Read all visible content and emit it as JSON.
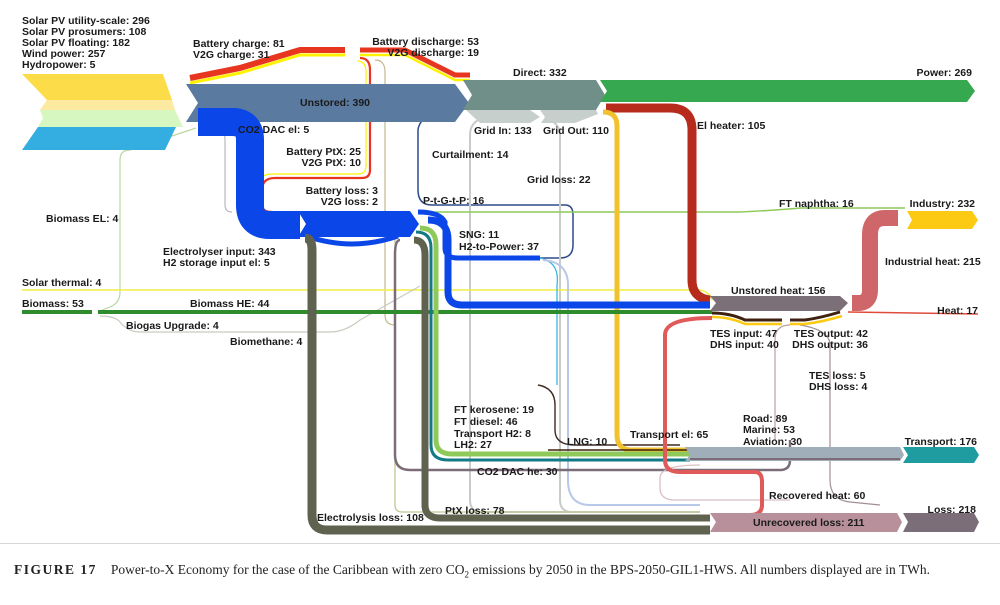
{
  "chart_data": {
    "type": "sankey",
    "unit": "TWh",
    "title": "Power-to-X Economy for the case of the Caribbean with zero CO2 emissions by 2050 in the BPS-2050-GIL1-HWS",
    "sources": [
      {
        "name": "Solar PV utility-scale",
        "value": 296
      },
      {
        "name": "Solar PV prosumers",
        "value": 108
      },
      {
        "name": "Solar PV floating",
        "value": 182
      },
      {
        "name": "Wind power",
        "value": 257
      },
      {
        "name": "Hydropower",
        "value": 5
      },
      {
        "name": "Solar thermal",
        "value": 4
      },
      {
        "name": "Biomass",
        "value": 53
      }
    ],
    "sinks": [
      {
        "name": "Power",
        "value": 269
      },
      {
        "name": "Industry",
        "value": 232
      },
      {
        "name": "Heat",
        "value": 17
      },
      {
        "name": "Transport",
        "value": 176
      },
      {
        "name": "Loss",
        "value": 218
      }
    ],
    "flows": [
      {
        "name": "Battery charge",
        "value": 81
      },
      {
        "name": "V2G charge",
        "value": 31
      },
      {
        "name": "Battery discharge",
        "value": 53
      },
      {
        "name": "V2G discharge",
        "value": 19
      },
      {
        "name": "Unstored",
        "value": 390
      },
      {
        "name": "Direct",
        "value": 332
      },
      {
        "name": "Grid In",
        "value": 133
      },
      {
        "name": "Grid Out",
        "value": 110
      },
      {
        "name": "Grid loss",
        "value": 22
      },
      {
        "name": "Curtailment",
        "value": 14
      },
      {
        "name": "El heater",
        "value": 105
      },
      {
        "name": "CO2 DAC el",
        "value": 5
      },
      {
        "name": "Battery PtX",
        "value": 25
      },
      {
        "name": "V2G PtX",
        "value": 10
      },
      {
        "name": "Battery loss",
        "value": 3
      },
      {
        "name": "V2G loss",
        "value": 2
      },
      {
        "name": "P-t-G-t-P",
        "value": 16
      },
      {
        "name": "SNG",
        "value": 11
      },
      {
        "name": "H2-to-Power",
        "value": 37
      },
      {
        "name": "Electrolyser input",
        "value": 343
      },
      {
        "name": "H2 storage input el",
        "value": 5
      },
      {
        "name": "Biomass EL",
        "value": 4
      },
      {
        "name": "Biomass HE",
        "value": 44
      },
      {
        "name": "Biogas Upgrade",
        "value": 4
      },
      {
        "name": "Biomethane",
        "value": 4
      },
      {
        "name": "FT naphtha",
        "value": 16
      },
      {
        "name": "Industrial heat",
        "value": 215
      },
      {
        "name": "Unstored heat",
        "value": 156
      },
      {
        "name": "TES input",
        "value": 47
      },
      {
        "name": "DHS input",
        "value": 40
      },
      {
        "name": "TES output",
        "value": 42
      },
      {
        "name": "DHS output",
        "value": 36
      },
      {
        "name": "TES loss",
        "value": 5
      },
      {
        "name": "DHS loss",
        "value": 4
      },
      {
        "name": "FT kerosene",
        "value": 19
      },
      {
        "name": "FT diesel",
        "value": 46
      },
      {
        "name": "Transport H2",
        "value": 8
      },
      {
        "name": "LH2",
        "value": 27
      },
      {
        "name": "LNG",
        "value": 10
      },
      {
        "name": "Transport el",
        "value": 65
      },
      {
        "name": "Road",
        "value": 89
      },
      {
        "name": "Marine",
        "value": 53
      },
      {
        "name": "Aviation",
        "value": 30
      },
      {
        "name": "CO2 DAC he",
        "value": 30
      },
      {
        "name": "Recovered heat",
        "value": 60
      },
      {
        "name": "Unrecovered loss",
        "value": 211
      },
      {
        "name": "Electrolysis loss",
        "value": 108
      },
      {
        "name": "PtX loss",
        "value": 78
      }
    ]
  },
  "labels": {
    "src1": "Solar PV utility-scale: 296",
    "src2": "Solar PV prosumers: 108",
    "src3": "Solar PV floating: 182",
    "src4": "Wind power: 257",
    "src5": "Hydropower: 5",
    "battery_charge": "Battery charge: 81",
    "v2g_charge": "V2G charge: 31",
    "battery_discharge": "Battery discharge: 53",
    "v2g_discharge": "V2G discharge: 19",
    "unstored": "Unstored: 390",
    "direct": "Direct: 332",
    "power": "Power: 269",
    "grid_in": "Grid In: 133",
    "grid_out": "Grid Out: 110",
    "curtailment": "Curtailment: 14",
    "grid_loss": "Grid loss: 22",
    "el_heater": "El heater: 105",
    "co2_dac_el": "CO2 DAC el: 5",
    "battery_ptx": "Battery PtX: 25",
    "v2g_ptx": "V2G PtX: 10",
    "battery_loss": "Battery loss: 3",
    "v2g_loss": "V2G loss: 2",
    "ptgtp": "P-t-G-t-P: 16",
    "ft_naphtha": "FT naphtha: 16",
    "industry": "Industry: 232",
    "biomass_el": "Biomass EL: 4",
    "electrolyser_input": "Electrolyser input: 343",
    "h2_storage_input": "H2 storage input el: 5",
    "sng": "SNG: 11",
    "h2_to_power": "H2-to-Power: 37",
    "industrial_heat": "Industrial heat: 215",
    "solar_thermal": "Solar thermal: 4",
    "biomass": "Biomass: 53",
    "biomass_he": "Biomass HE: 44",
    "unstored_heat": "Unstored heat: 156",
    "heat": "Heat: 17",
    "biogas_upgrade": "Biogas Upgrade: 4",
    "biomethane": "Biomethane: 4",
    "tes_input": "TES input: 47",
    "dhs_input": "DHS input: 40",
    "tes_output": "TES output: 42",
    "dhs_output": "DHS output: 36",
    "tes_loss": "TES loss: 5",
    "dhs_loss": "DHS loss: 4",
    "ft_kerosene": "FT kerosene: 19",
    "ft_diesel": "FT diesel: 46",
    "transport_h2": "Transport H2: 8",
    "lh2": "LH2: 27",
    "lng": "LNG: 10",
    "transport_el": "Transport el: 65",
    "road": "Road: 89",
    "marine": "Marine: 53",
    "aviation": "Aviation: 30",
    "transport": "Transport: 176",
    "co2_dac_he": "CO2 DAC he: 30",
    "recovered_heat": "Recovered heat: 60",
    "loss": "Loss: 218",
    "electrolysis_loss": "Electrolysis loss: 108",
    "ptx_loss": "PtX loss: 78",
    "unrecovered_loss": "Unrecovered loss: 211"
  },
  "caption": {
    "figure_label": "FIGURE 17",
    "text_before_sub": "Power-to-X Economy for the case of the Caribbean with zero CO",
    "sub": "2",
    "text_after_sub": " emissions by 2050 in the BPS-2050-GIL1-HWS. All numbers displayed are in TWh."
  },
  "colors": {
    "solar_utility": "#fddc4a",
    "solar_prosumers": "#fde9a0",
    "solar_floating": "#d6f7c0",
    "wind": "#34aee0",
    "battery": "#e8351f",
    "v2g": "#fff200",
    "unstored": "#5a7aa0",
    "direct": "#6f8f88",
    "grid": "#c6cfcc",
    "power": "#36a84f",
    "el_heater": "#b72b1c",
    "electrolyser": "#0a46e8",
    "transport_el": "#f2c12e",
    "industry": "#fcca12",
    "industrial_heat": "#cf666a",
    "unstored_heat": "#7b7078",
    "biomass": "#2e8c2c",
    "solar_thermal": "#f3ee42",
    "ft_fuels": "#8ec95a",
    "h2_teal": "#127a86",
    "loss_olive": "#606250",
    "transport_sink": "#1e9ca0",
    "unrecovered": "#b8909c",
    "loss_sink": "#7c6e78",
    "tes_brown": "#3e2110",
    "recovered_red": "#e05a5a"
  }
}
